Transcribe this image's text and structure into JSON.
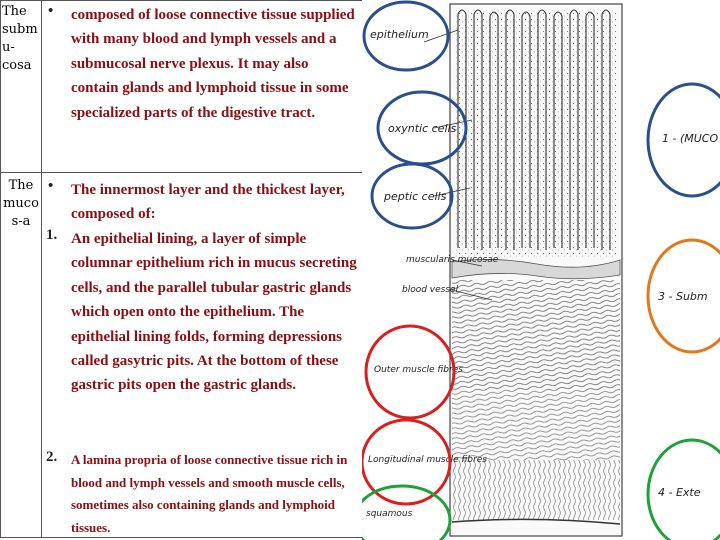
{
  "submucosa": {
    "header": "The subm u- cosa",
    "bullet": "•",
    "text": "composed of loose connective tissue supplied with many blood and lymph vessels and a submucosal nerve plexus. It may also contain glands and lymphoid tissue in some specialized parts of the digestive tract."
  },
  "mucosa": {
    "header": "The muco s-a",
    "bullet": "•",
    "text": "The innermost layer and the thickest layer, composed of:",
    "items": [
      {
        "num": "1.",
        "text": "An epithelial lining, a layer of simple columnar epithelium rich in mucus secreting cells, and the parallel tubular gastric glands which open onto the epithelium. The epithelial lining folds, forming depressions called gasytric pits. At the bottom of these gastric pits open the gastric glands."
      },
      {
        "num": "2.",
        "text": "A lamina propria of loose connective tissue rich in blood and lymph vessels and smooth muscle cells, sometimes also containing glands and lymphoid tissues."
      }
    ]
  },
  "figure": {
    "labels": {
      "epithelium": "epithelium",
      "oxyntic": "oxyntic cells",
      "peptic": "peptic cells",
      "mucosae": "muscularis mucosae",
      "blood_vessel": "blood vessel",
      "outer_muscle": "Outer muscle fibres",
      "longitudinal": "Longitudinal muscle fibres",
      "squamous": "squamous",
      "right_1": "1 - (MUCO",
      "right_3": "3 - Subm",
      "right_4": "4 - Exte"
    },
    "circle_colors": {
      "blue": "#2a4f8c",
      "orange": "#e0781c",
      "red": "#d92020",
      "green": "#22a03a"
    }
  }
}
